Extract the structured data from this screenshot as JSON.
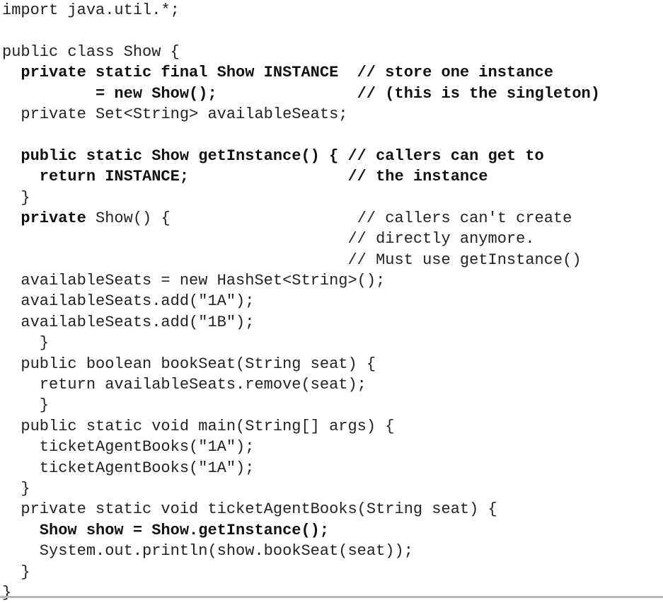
{
  "code_listing": {
    "lines": [
      [
        {
          "t": "import java.util.*;",
          "b": false
        }
      ],
      [
        {
          "t": "",
          "b": false
        }
      ],
      [
        {
          "t": "public class Show {",
          "b": false
        }
      ],
      [
        {
          "t": "  private static final Show INSTANCE  // store one instance",
          "b": true
        }
      ],
      [
        {
          "t": "          = new Show();               // (this is the singleton)",
          "b": true
        }
      ],
      [
        {
          "t": "  private Set<String> availableSeats;",
          "b": false
        }
      ],
      [
        {
          "t": "",
          "b": false
        }
      ],
      [
        {
          "t": "  public static Show getInstance() { // callers can get to",
          "b": true
        }
      ],
      [
        {
          "t": "    return INSTANCE;                 // the instance",
          "b": true
        }
      ],
      [
        {
          "t": "  }",
          "b": false
        }
      ],
      [
        {
          "t": "  private",
          "b": true
        },
        {
          "t": " Show() {                    // callers can't create",
          "b": false
        }
      ],
      [
        {
          "t": "                                     // directly anymore.",
          "b": false
        }
      ],
      [
        {
          "t": "                                     // Must use getInstance()",
          "b": false
        }
      ],
      [
        {
          "t": "  availableSeats = new HashSet<String>();",
          "b": false
        }
      ],
      [
        {
          "t": "  availableSeats.add(\"1A\");",
          "b": false
        }
      ],
      [
        {
          "t": "  availableSeats.add(\"1B\");",
          "b": false
        }
      ],
      [
        {
          "t": "    }",
          "b": false
        }
      ],
      [
        {
          "t": "  public boolean bookSeat(String seat) {",
          "b": false
        }
      ],
      [
        {
          "t": "    return availableSeats.remove(seat);",
          "b": false
        }
      ],
      [
        {
          "t": "    }",
          "b": false
        }
      ],
      [
        {
          "t": "  public static void main(String[] args) {",
          "b": false
        }
      ],
      [
        {
          "t": "    ticketAgentBooks(\"1A\");",
          "b": false
        }
      ],
      [
        {
          "t": "    ticketAgentBooks(\"1A\");",
          "b": false
        }
      ],
      [
        {
          "t": "  }",
          "b": false
        }
      ],
      [
        {
          "t": "  private static void ticketAgentBooks(String seat) {",
          "b": false
        }
      ],
      [
        {
          "t": "    Show show = Show.getInstance();",
          "b": true
        }
      ],
      [
        {
          "t": "    System.out.println(show.bookSeat(seat));",
          "b": false
        }
      ],
      [
        {
          "t": "  }",
          "b": false
        }
      ],
      [
        {
          "t": "}",
          "b": false
        }
      ]
    ]
  }
}
